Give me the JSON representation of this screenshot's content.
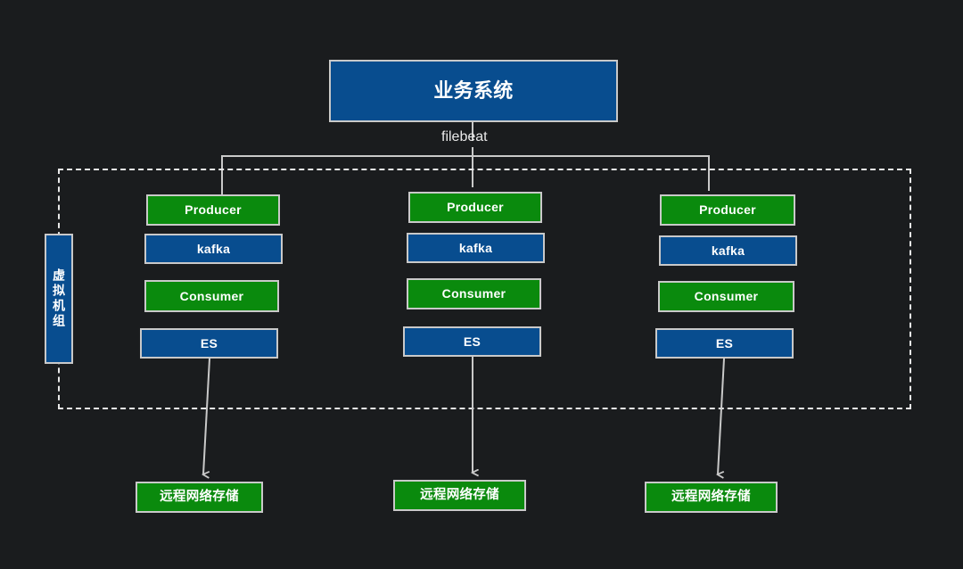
{
  "diagram": {
    "title_node": {
      "label": "业务系统",
      "color": "#084d8f"
    },
    "edge_labels": {
      "filebeat": "filebeat"
    },
    "boundary": {
      "name": "virtual-machine-group-boundary",
      "style": "dashed"
    },
    "group_label": {
      "label": "虚拟机组",
      "color": "#084d8f"
    },
    "colors": {
      "background": "#1a1c1e",
      "blue": "#084d8f",
      "green": "#0a8a0d",
      "stroke": "#c9c9c9",
      "text": "#ffffff",
      "dashed": "#e8e8e8"
    },
    "columns": [
      {
        "name": "column-1",
        "nodes": [
          {
            "label": "Producer",
            "color": "green"
          },
          {
            "label": "kafka",
            "color": "blue"
          },
          {
            "label": "Consumer",
            "color": "green"
          },
          {
            "label": "ES",
            "color": "blue"
          }
        ],
        "storage": {
          "label": "远程网络存储",
          "color": "green"
        }
      },
      {
        "name": "column-2",
        "nodes": [
          {
            "label": "Producer",
            "color": "green"
          },
          {
            "label": "kafka",
            "color": "blue"
          },
          {
            "label": "Consumer",
            "color": "green"
          },
          {
            "label": "ES",
            "color": "blue"
          }
        ],
        "storage": {
          "label": "远程网络存储",
          "color": "green"
        }
      },
      {
        "name": "column-3",
        "nodes": [
          {
            "label": "Producer",
            "color": "green"
          },
          {
            "label": "kafka",
            "color": "blue"
          },
          {
            "label": "Consumer",
            "color": "green"
          },
          {
            "label": "ES",
            "color": "blue"
          }
        ],
        "storage": {
          "label": "远程网络存储",
          "color": "green"
        }
      }
    ]
  }
}
